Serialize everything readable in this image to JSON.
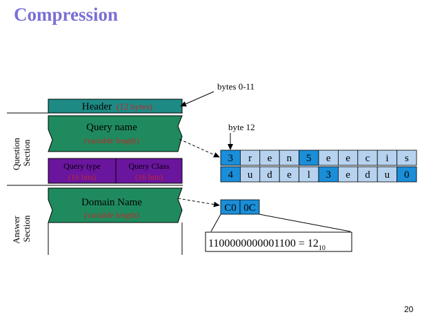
{
  "slide": {
    "title": "Compression",
    "page_number": "20"
  },
  "sections": {
    "question": [
      "Question",
      "Section"
    ],
    "answer": [
      "Answer",
      "Section"
    ]
  },
  "header_box": {
    "label": "Header",
    "note": "(12 bytes)"
  },
  "query_name_box": {
    "label": "Query name",
    "note": "(variable length)"
  },
  "query_type_box": {
    "label": "Query type",
    "note": "(16 bits)"
  },
  "query_class_box": {
    "label": "Query Class",
    "note": "(16 bits)"
  },
  "domain_name_box": {
    "label": "Domain Name",
    "note": "(variable length)"
  },
  "annotations": {
    "bytes_header": "bytes 0-11",
    "byte_12": "byte 12"
  },
  "byte_rows": [
    [
      "3",
      "r",
      "e",
      "n",
      "5",
      "e",
      "e",
      "c",
      "i",
      "s"
    ],
    [
      "4",
      "u",
      "d",
      "e",
      "l",
      "3",
      "e",
      "d",
      "u",
      "0"
    ]
  ],
  "highlighted_cells": [
    [
      0,
      4
    ],
    [
      1,
      5
    ],
    [
      1,
      9
    ]
  ],
  "pointer_cells": [
    "C0",
    "0C"
  ],
  "binary": {
    "value": "1100000000001100 = 12",
    "subscript": "10"
  },
  "colors": {
    "title": "#7b6fd6",
    "header_fill": "#1e8a84",
    "query_fill": "#1f8a5e",
    "type_fill": "#6a159e",
    "note_red": "#c2272d",
    "cell_blue": "#1a8ed8",
    "cell_light": "#b6d2ee"
  }
}
